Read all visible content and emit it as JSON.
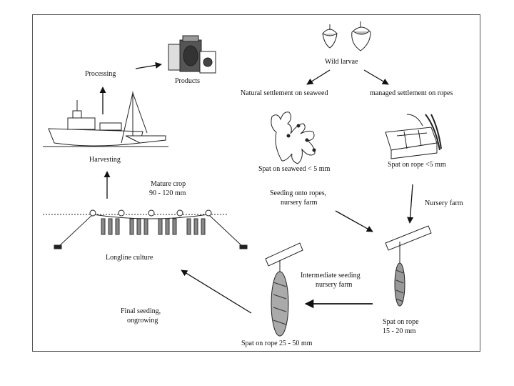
{
  "diagram": {
    "labels": {
      "wild_larvae": "Wild larvae",
      "natural_settlement": "Natural settlement on seaweed",
      "managed_settlement": "managed settlement on ropes",
      "spat_on_seaweed": "Spat on seaweed < 5 mm",
      "spat_on_rope_small": "Spat on rope <5 mm",
      "seeding_onto_ropes_1": "Seeding onto ropes,",
      "seeding_onto_ropes_2": "nursery farm",
      "nursery_farm": "Nursery farm",
      "spat_on_rope_mid_1": "Spat on rope",
      "spat_on_rope_mid_2": "15 - 20 mm",
      "intermediate_seeding_1": "Intermediate seeding",
      "intermediate_seeding_2": "nursery farm",
      "spat_on_rope_large": "Spat on rope 25 - 50 mm",
      "final_seeding_1": "Final seeding,",
      "final_seeding_2": "ongrowing",
      "longline_culture": "Longline culture",
      "mature_crop_1": "Mature crop",
      "mature_crop_2": "90 - 120 mm",
      "harvesting": "Harvesting",
      "processing": "Processing",
      "products": "Products"
    }
  }
}
